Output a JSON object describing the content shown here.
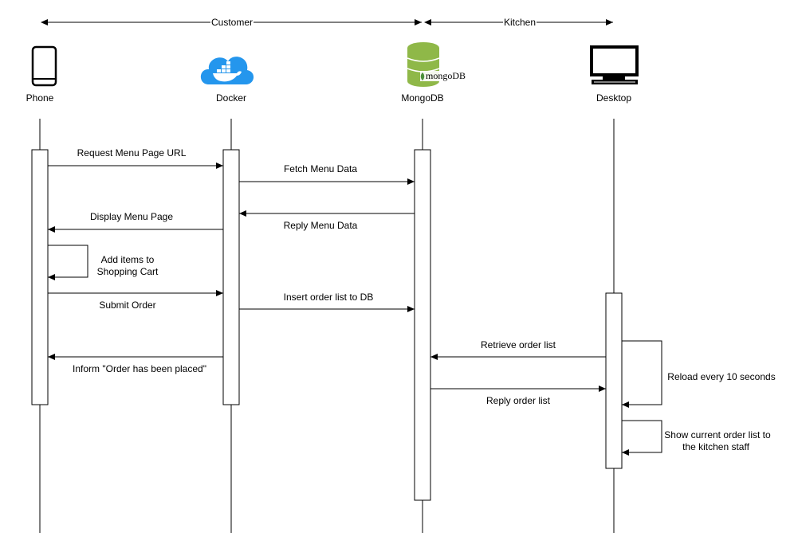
{
  "groups": [
    {
      "label": "Customer"
    },
    {
      "label": "Kitchen"
    }
  ],
  "participants": [
    {
      "label": "Phone",
      "icon": "phone-icon"
    },
    {
      "label": "Docker",
      "icon": "docker-icon"
    },
    {
      "label": "MongoDB",
      "icon": "mongodb-icon",
      "logo_text": "mongoDB"
    },
    {
      "label": "Desktop",
      "icon": "desktop-icon"
    }
  ],
  "colors": {
    "docker": "#2496ed",
    "mongodb": "#8fb848"
  },
  "messages": [
    {
      "label": "Request Menu Page URL"
    },
    {
      "label": "Fetch Menu Data"
    },
    {
      "label": "Reply Menu Data"
    },
    {
      "label": "Display Menu Page"
    },
    {
      "label1": "Add items to",
      "label2": "Shopping Cart"
    },
    {
      "label": "Submit Order"
    },
    {
      "label": "Insert order list to DB"
    },
    {
      "label": "Retrieve order list"
    },
    {
      "label": "Inform \"Order has been placed\""
    },
    {
      "label": "Reply order list"
    },
    {
      "label": "Reload every 10 seconds"
    },
    {
      "label1": "Show current order list to",
      "label2": "the kitchen staff"
    }
  ]
}
